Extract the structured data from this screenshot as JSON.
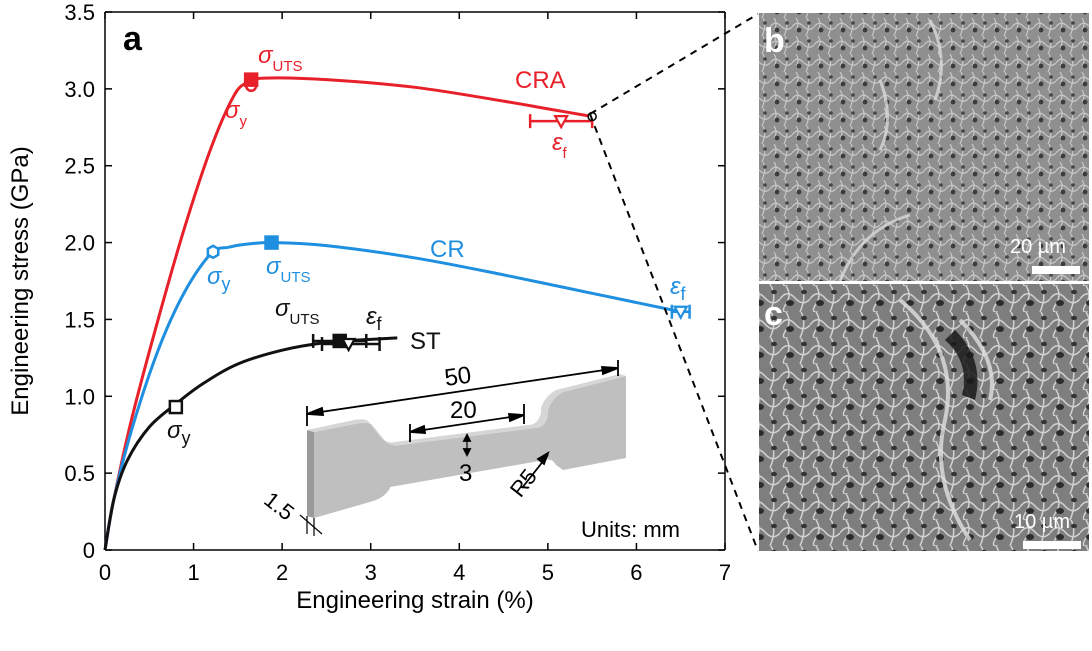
{
  "chart_data": {
    "type": "line",
    "panel_label": "a",
    "xlabel": "Engineering strain  (%)",
    "ylabel": "Engineering stress  (GPa)",
    "xlim": [
      0,
      7
    ],
    "ylim": [
      0,
      3.5
    ],
    "xticks": [
      0,
      1,
      2,
      3,
      4,
      5,
      6,
      7
    ],
    "yticks": [
      0,
      0.5,
      1.0,
      1.5,
      2.0,
      2.5,
      3.0,
      3.5
    ],
    "xtick_labels": [
      "0",
      "1",
      "2",
      "3",
      "4",
      "5",
      "6",
      "7"
    ],
    "ytick_labels": [
      "0",
      "0.5",
      "1.0",
      "1.5",
      "2.0",
      "2.5",
      "3.0",
      "3.5"
    ],
    "grid": false,
    "series": [
      {
        "name": "CRA",
        "color": "#e8202a",
        "x": [
          0,
          0.1,
          0.3,
          0.6,
          0.9,
          1.2,
          1.45,
          1.6,
          1.8,
          2.5,
          3.5,
          4.5,
          5.0,
          5.5
        ],
        "y": [
          0,
          0.33,
          0.85,
          1.5,
          2.1,
          2.62,
          2.95,
          3.04,
          3.07,
          3.06,
          3.01,
          2.92,
          2.87,
          2.82
        ],
        "markers": [
          {
            "kind": "sigma_y",
            "label": "σ",
            "sub": "y",
            "x": 1.65,
            "y": 3.02,
            "shape": "circle"
          },
          {
            "kind": "sigma_uts",
            "label": "σ",
            "sub": "UTS",
            "x": 1.65,
            "y": 3.06,
            "shape": "square"
          },
          {
            "kind": "epsilon_f",
            "label": "ε",
            "sub": "f",
            "x": 5.15,
            "y": 2.79,
            "shape": "triangle",
            "err": [
              4.8,
              5.5
            ]
          }
        ],
        "end_point": {
          "x": 5.5,
          "y": 2.82
        }
      },
      {
        "name": "CR",
        "color": "#1f8fe0",
        "x": [
          0,
          0.1,
          0.3,
          0.6,
          0.9,
          1.2,
          1.4,
          1.6,
          1.9,
          2.5,
          3.5,
          4.5,
          5.5,
          6.5
        ],
        "y": [
          0,
          0.33,
          0.78,
          1.3,
          1.68,
          1.93,
          1.97,
          1.99,
          2.0,
          1.98,
          1.9,
          1.79,
          1.67,
          1.55
        ],
        "markers": [
          {
            "kind": "sigma_y",
            "label": "σ",
            "sub": "y",
            "x": 1.22,
            "y": 1.94,
            "shape": "hexagon"
          },
          {
            "kind": "sigma_uts",
            "label": "σ",
            "sub": "UTS",
            "x": 1.88,
            "y": 2.0,
            "shape": "square"
          },
          {
            "kind": "epsilon_f",
            "label": "ε",
            "sub": "f",
            "x": 6.5,
            "y": 1.55,
            "shape": "triangle",
            "err": [
              6.4,
              6.6
            ]
          }
        ]
      },
      {
        "name": "ST",
        "color": "#111111",
        "x": [
          0,
          0.1,
          0.25,
          0.5,
          0.8,
          1.1,
          1.5,
          2.0,
          2.5,
          3.0,
          3.3
        ],
        "y": [
          0,
          0.33,
          0.58,
          0.8,
          0.95,
          1.08,
          1.21,
          1.3,
          1.35,
          1.37,
          1.38
        ],
        "markers": [
          {
            "kind": "sigma_y",
            "label": "σ",
            "sub": "y",
            "x": 0.8,
            "y": 0.93,
            "shape": "square"
          },
          {
            "kind": "sigma_uts",
            "label": "σ",
            "sub": "UTS",
            "x": 2.65,
            "y": 1.36,
            "shape": "square",
            "err": [
              2.35,
              2.95
            ]
          },
          {
            "kind": "epsilon_f",
            "label": "ε",
            "sub": "f",
            "x": 2.75,
            "y": 1.34,
            "shape": "triangle",
            "err": [
              2.45,
              3.1
            ]
          }
        ]
      }
    ],
    "specimen_inset": {
      "dims": [
        "50",
        "20",
        "3",
        "R5",
        "1.5"
      ],
      "units": "Units: mm"
    }
  },
  "micrographs": [
    {
      "label": "b",
      "scale_text": "20 µm"
    },
    {
      "label": "c",
      "scale_text": "10 µm"
    }
  ]
}
